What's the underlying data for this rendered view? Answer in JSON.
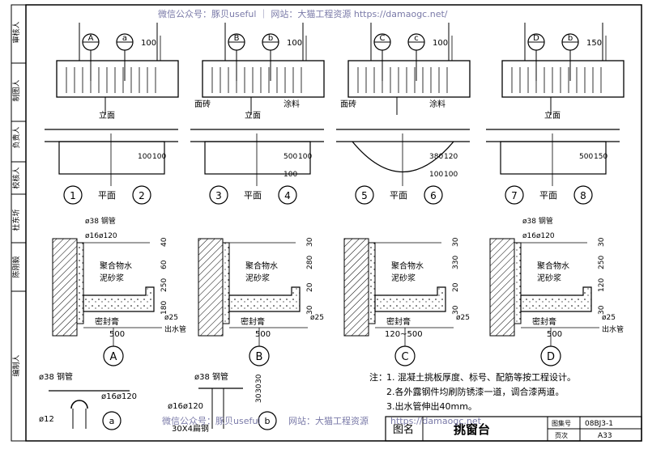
{
  "watermark": {
    "top": "微信公众号：豚贝useful ｜ 网站：大猫工程资源 https://damaogc.net/",
    "bottom_left": "微信公众号：豚贝useful",
    "bottom_mid": "网站：大猫工程资源",
    "bottom_right": "https://damaogc.net"
  },
  "side_strip": [
    "审核人",
    "制图人",
    "负责人",
    "校核人",
    "杜东圻",
    "陈刚毅",
    "编制人"
  ],
  "elevations": [
    {
      "labels": [
        "A",
        "a"
      ],
      "dim": "100",
      "caption": "立面"
    },
    {
      "labels": [
        "B",
        "b"
      ],
      "dim": "100",
      "caption": "立面",
      "note_left": "面砖",
      "note_right": "涂料"
    },
    {
      "labels": [
        "C",
        "c"
      ],
      "dim": "100",
      "caption": "",
      "note_left": "面砖",
      "note_right": "涂料"
    },
    {
      "labels": [
        "D",
        "b"
      ],
      "dim": "150",
      "caption": "立面"
    }
  ],
  "plans": [
    {
      "left": "1",
      "right": "2",
      "word": "平面",
      "dims": [
        "100",
        "100"
      ]
    },
    {
      "left": "3",
      "right": "4",
      "word": "平面",
      "dims": [
        "500",
        "100",
        "100"
      ]
    },
    {
      "left": "5",
      "right": "6",
      "word": "平面",
      "dims": [
        "380",
        "120",
        "100",
        "100"
      ]
    },
    {
      "left": "7",
      "right": "8",
      "word": "平面",
      "dims": [
        "500",
        "150"
      ]
    }
  ],
  "sections": [
    {
      "label": "A",
      "width": "500",
      "rebar": "ø38 钢管",
      "tube": "ø16ø120",
      "mortar1": "聚合物水",
      "mortar2": "泥砂浆",
      "seal": "密封膏",
      "pipe": "ø25",
      "pipe_note": "出水管",
      "dims": [
        "40",
        "60",
        "250",
        "180"
      ]
    },
    {
      "label": "B",
      "width": "500",
      "mortar1": "聚合物水",
      "mortar2": "泥砂浆",
      "seal": "密封膏",
      "pipe": "ø25",
      "dims": [
        "30",
        "280",
        "20",
        "30"
      ]
    },
    {
      "label": "C",
      "width": "120~500",
      "mortar1": "聚合物水",
      "mortar2": "泥砂浆",
      "seal": "密封膏",
      "pipe": "ø25",
      "dims": [
        "30",
        "330",
        "20",
        "30"
      ]
    },
    {
      "label": "D",
      "width": "500",
      "rebar": "ø38 钢管",
      "tube": "ø16ø120",
      "mortar1": "聚合物水",
      "mortar2": "泥砂浆",
      "seal": "密封膏",
      "pipe": "ø25",
      "pipe_note": "出水管",
      "dims": [
        "30",
        "250",
        "120",
        "30"
      ]
    }
  ],
  "details": [
    {
      "label": "a",
      "pipe": "ø38 钢管",
      "tube": "ø16ø120",
      "bar": "ø12"
    },
    {
      "label": "b",
      "pipe": "ø38 钢管",
      "tube": "ø16ø120",
      "flat": "30X4扁钢",
      "dims": [
        "30",
        "30",
        "30"
      ]
    }
  ],
  "notes": {
    "prefix": "注：",
    "items": [
      "1. 混凝土挑板厚度、标号、配筋等按工程设计。",
      "2.各外露钢件均刷防锈漆一道，调合漆两道。",
      "3.出水管伸出40mm。"
    ]
  },
  "title_block": {
    "name_label": "图名",
    "title": "挑窗台",
    "atlas_label": "图集号",
    "atlas_value": "08BJ3-1",
    "page_label": "页次",
    "page_value": "A33"
  }
}
